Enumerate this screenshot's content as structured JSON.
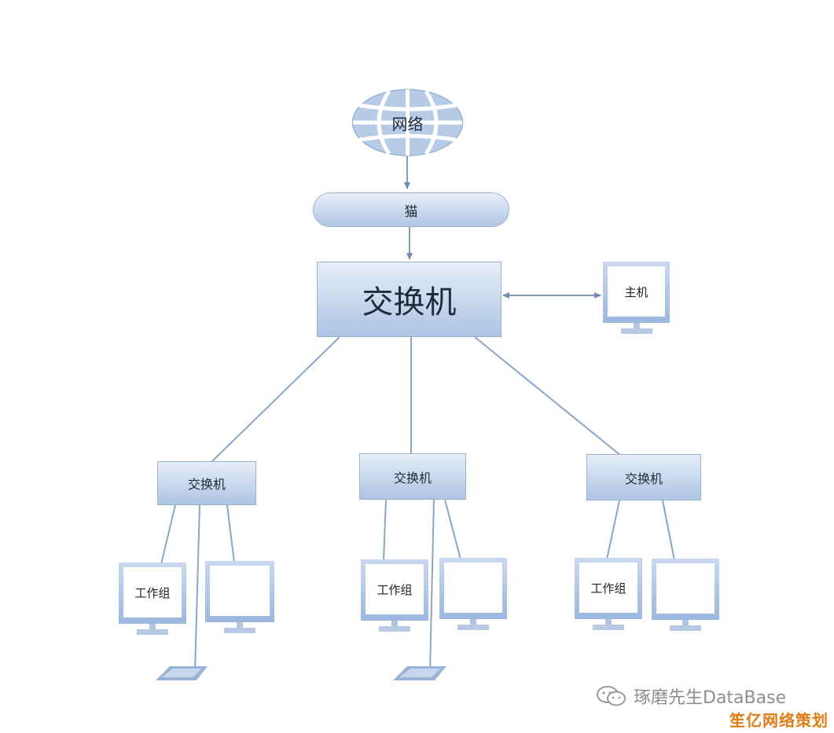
{
  "nodes": {
    "network": "网络",
    "modem": "猫",
    "core_switch": "交换机",
    "host": "主机",
    "sub_switch_left": "交换机",
    "sub_switch_center": "交换机",
    "sub_switch_right": "交换机",
    "workgroup_left": "工作组",
    "workgroup_center": "工作组",
    "workgroup_right": "工作组"
  },
  "icons": {
    "network": "globe-icon",
    "host": "monitor-icon",
    "pc": "monitor-icon",
    "laptop": "laptop-icon",
    "wechat": "wechat-icon"
  },
  "watermark": {
    "account": "琢磨先生DataBase",
    "brand": "笙亿网络策划"
  },
  "colors": {
    "node_fill": "#adc4e3",
    "node_border": "#9ab3d4",
    "connector": "#7f9cbf",
    "brand": "#e17b12",
    "watermark": "#8e8e8e"
  }
}
